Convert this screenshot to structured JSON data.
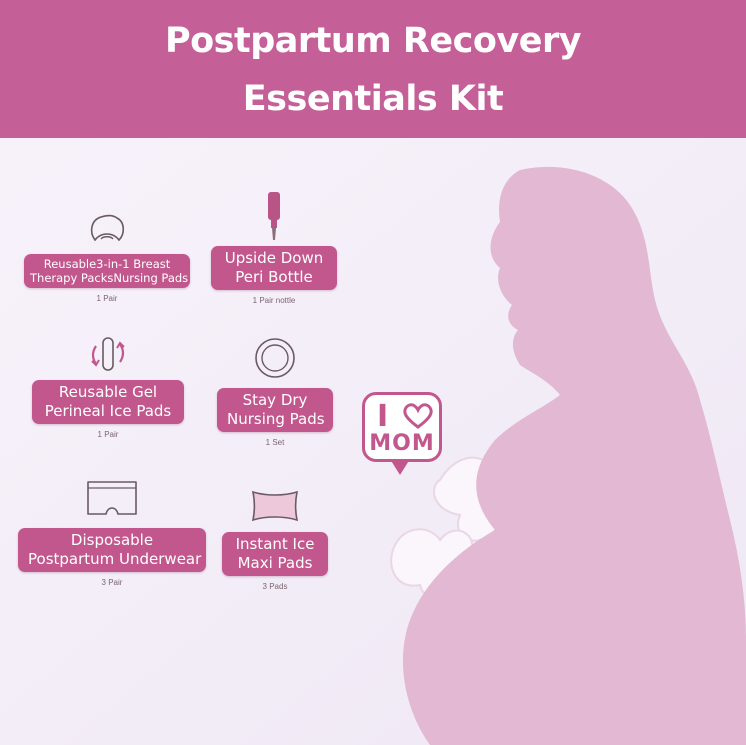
{
  "header": {
    "title_line1": "Postpartum Recovery",
    "title_line2": "Essentials Kit"
  },
  "items": [
    {
      "label_line1": "Reusable3-in-1 Breast",
      "label_line2": "Therapy PacksNursing Pads",
      "qty": "1 Pair",
      "icon": "breast-pad-icon"
    },
    {
      "label_line1": "Upside Down",
      "label_line2": "Peri Bottle",
      "qty": "1 Pair nottle",
      "icon": "peri-bottle-icon"
    },
    {
      "label_line1": "Reusable Gel",
      "label_line2": "Perineal Ice Pads",
      "qty": "1 Pair",
      "icon": "ice-pad-icon"
    },
    {
      "label_line1": "Stay Dry",
      "label_line2": "Nursing Pads",
      "qty": "1 Set",
      "icon": "nursing-pad-icon"
    },
    {
      "label_line1": "Disposable",
      "label_line2": "Postpartum Underwear",
      "qty": "3 Pair",
      "icon": "underwear-icon"
    },
    {
      "label_line1": "Instant Ice",
      "label_line2": "Maxi Pads",
      "qty": "3 Pads",
      "icon": "maxi-pad-icon"
    }
  ],
  "badge": {
    "letter": "I",
    "word": "MOM",
    "icon": "heart-icon"
  },
  "colors": {
    "header_bg": "#c45f97",
    "pill_bg": "#c2578d",
    "silhouette": "#e2b8d2",
    "background": "#f3eef8"
  }
}
